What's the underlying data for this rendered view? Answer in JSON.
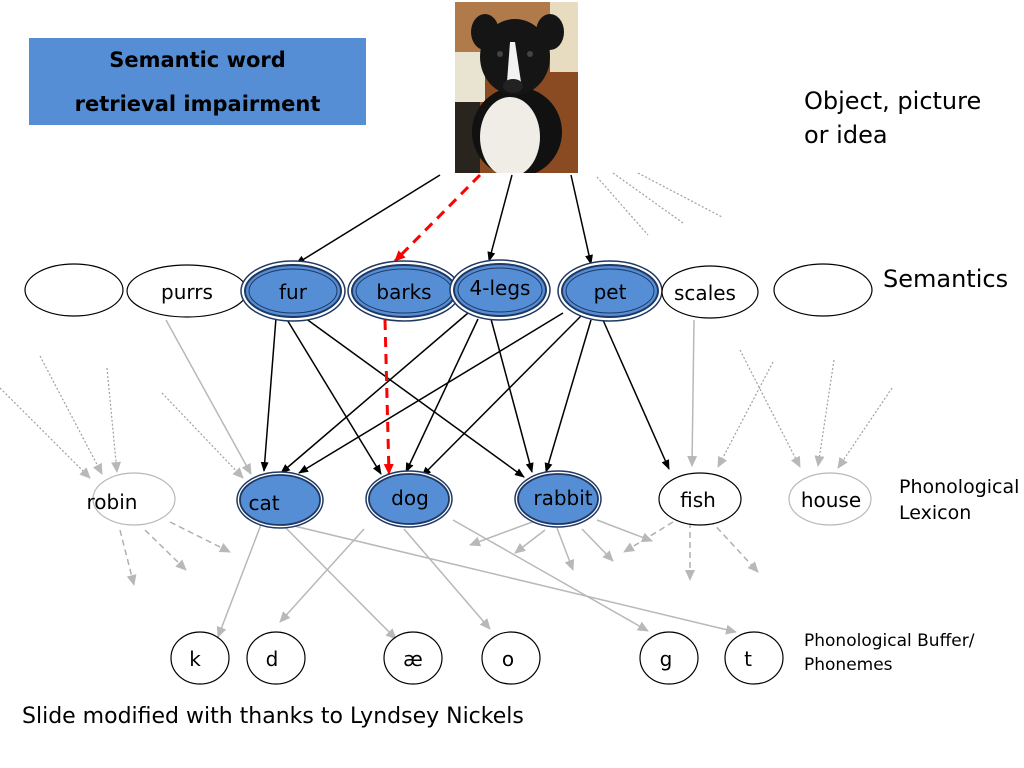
{
  "title_box": {
    "line1": "Semantic word",
    "line2": "retrieval impairment",
    "color": "#558ed5"
  },
  "picture": {
    "alt": "dog photo (border collie)"
  },
  "levels": {
    "object": {
      "line1": "Object, picture",
      "line2": "or idea"
    },
    "semantics": "Semantics",
    "lexicon": {
      "line1": "Phonological",
      "line2": "Lexicon"
    },
    "buffer": {
      "line1": "Phonological Buffer/",
      "line2": "Phonemes"
    }
  },
  "semantic_nodes": [
    {
      "id": "blank1",
      "label": "",
      "active": false
    },
    {
      "id": "purrs",
      "label": "purrs",
      "active": false
    },
    {
      "id": "fur",
      "label": "fur",
      "active": true
    },
    {
      "id": "barks",
      "label": "barks",
      "active": true
    },
    {
      "id": "4legs",
      "label": "4-legs",
      "active": true
    },
    {
      "id": "pet",
      "label": "pet",
      "active": true
    },
    {
      "id": "scales",
      "label": "scales",
      "active": false
    },
    {
      "id": "blank2",
      "label": "",
      "active": false
    }
  ],
  "lexicon_nodes": [
    {
      "id": "robin",
      "label": "robin",
      "active": false,
      "faded": true
    },
    {
      "id": "cat",
      "label": "cat",
      "active": true
    },
    {
      "id": "dog",
      "label": "dog",
      "active": true
    },
    {
      "id": "rabbit",
      "label": "rabbit",
      "active": true
    },
    {
      "id": "fish",
      "label": "fish",
      "active": false
    },
    {
      "id": "house",
      "label": "house",
      "active": false,
      "faded": true
    }
  ],
  "phoneme_nodes": [
    {
      "id": "k",
      "label": "k"
    },
    {
      "id": "d",
      "label": "d"
    },
    {
      "id": "ae",
      "label": "æ"
    },
    {
      "id": "o",
      "label": "o"
    },
    {
      "id": "g",
      "label": "g"
    },
    {
      "id": "t",
      "label": "t"
    }
  ],
  "impaired_connection": {
    "from": "barks",
    "to": "dog",
    "color": "#ff0000",
    "style": "dashed"
  },
  "colors": {
    "active_fill": "#558ed5",
    "active_stroke": "#1f3864",
    "impaired": "#ff0000",
    "faded": "#b0b0b0"
  },
  "footer": "Slide modified with thanks to Lyndsey Nickels"
}
